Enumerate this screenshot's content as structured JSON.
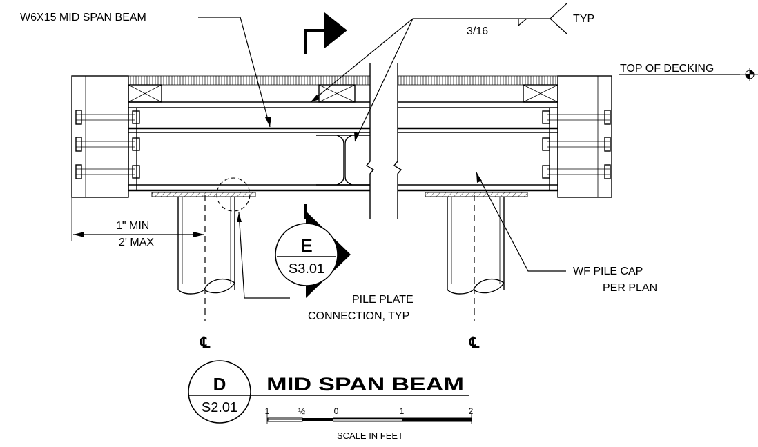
{
  "labels": {
    "beam": "W6X15 MID SPAN BEAM",
    "weld_size": "3/16",
    "weld_typ": "TYP",
    "top_of_decking": "TOP OF DECKING",
    "min": "1\" MIN",
    "max": "2' MAX",
    "pile_cap_1": "WF PILE CAP",
    "pile_cap_2": "PER PLAN",
    "pile_plate_1": "PILE PLATE",
    "pile_plate_2": "CONNECTION, TYP",
    "centerline_left": "℄",
    "centerline_right": "℄"
  },
  "section_marker": {
    "letter": "E",
    "sheet": "S3.01"
  },
  "detail": {
    "letter": "D",
    "sheet": "S2.01",
    "title": "MID SPAN BEAM"
  },
  "scale": {
    "ticks": [
      "1",
      "½",
      "0",
      "1",
      "2"
    ],
    "label": "SCALE IN FEET"
  }
}
